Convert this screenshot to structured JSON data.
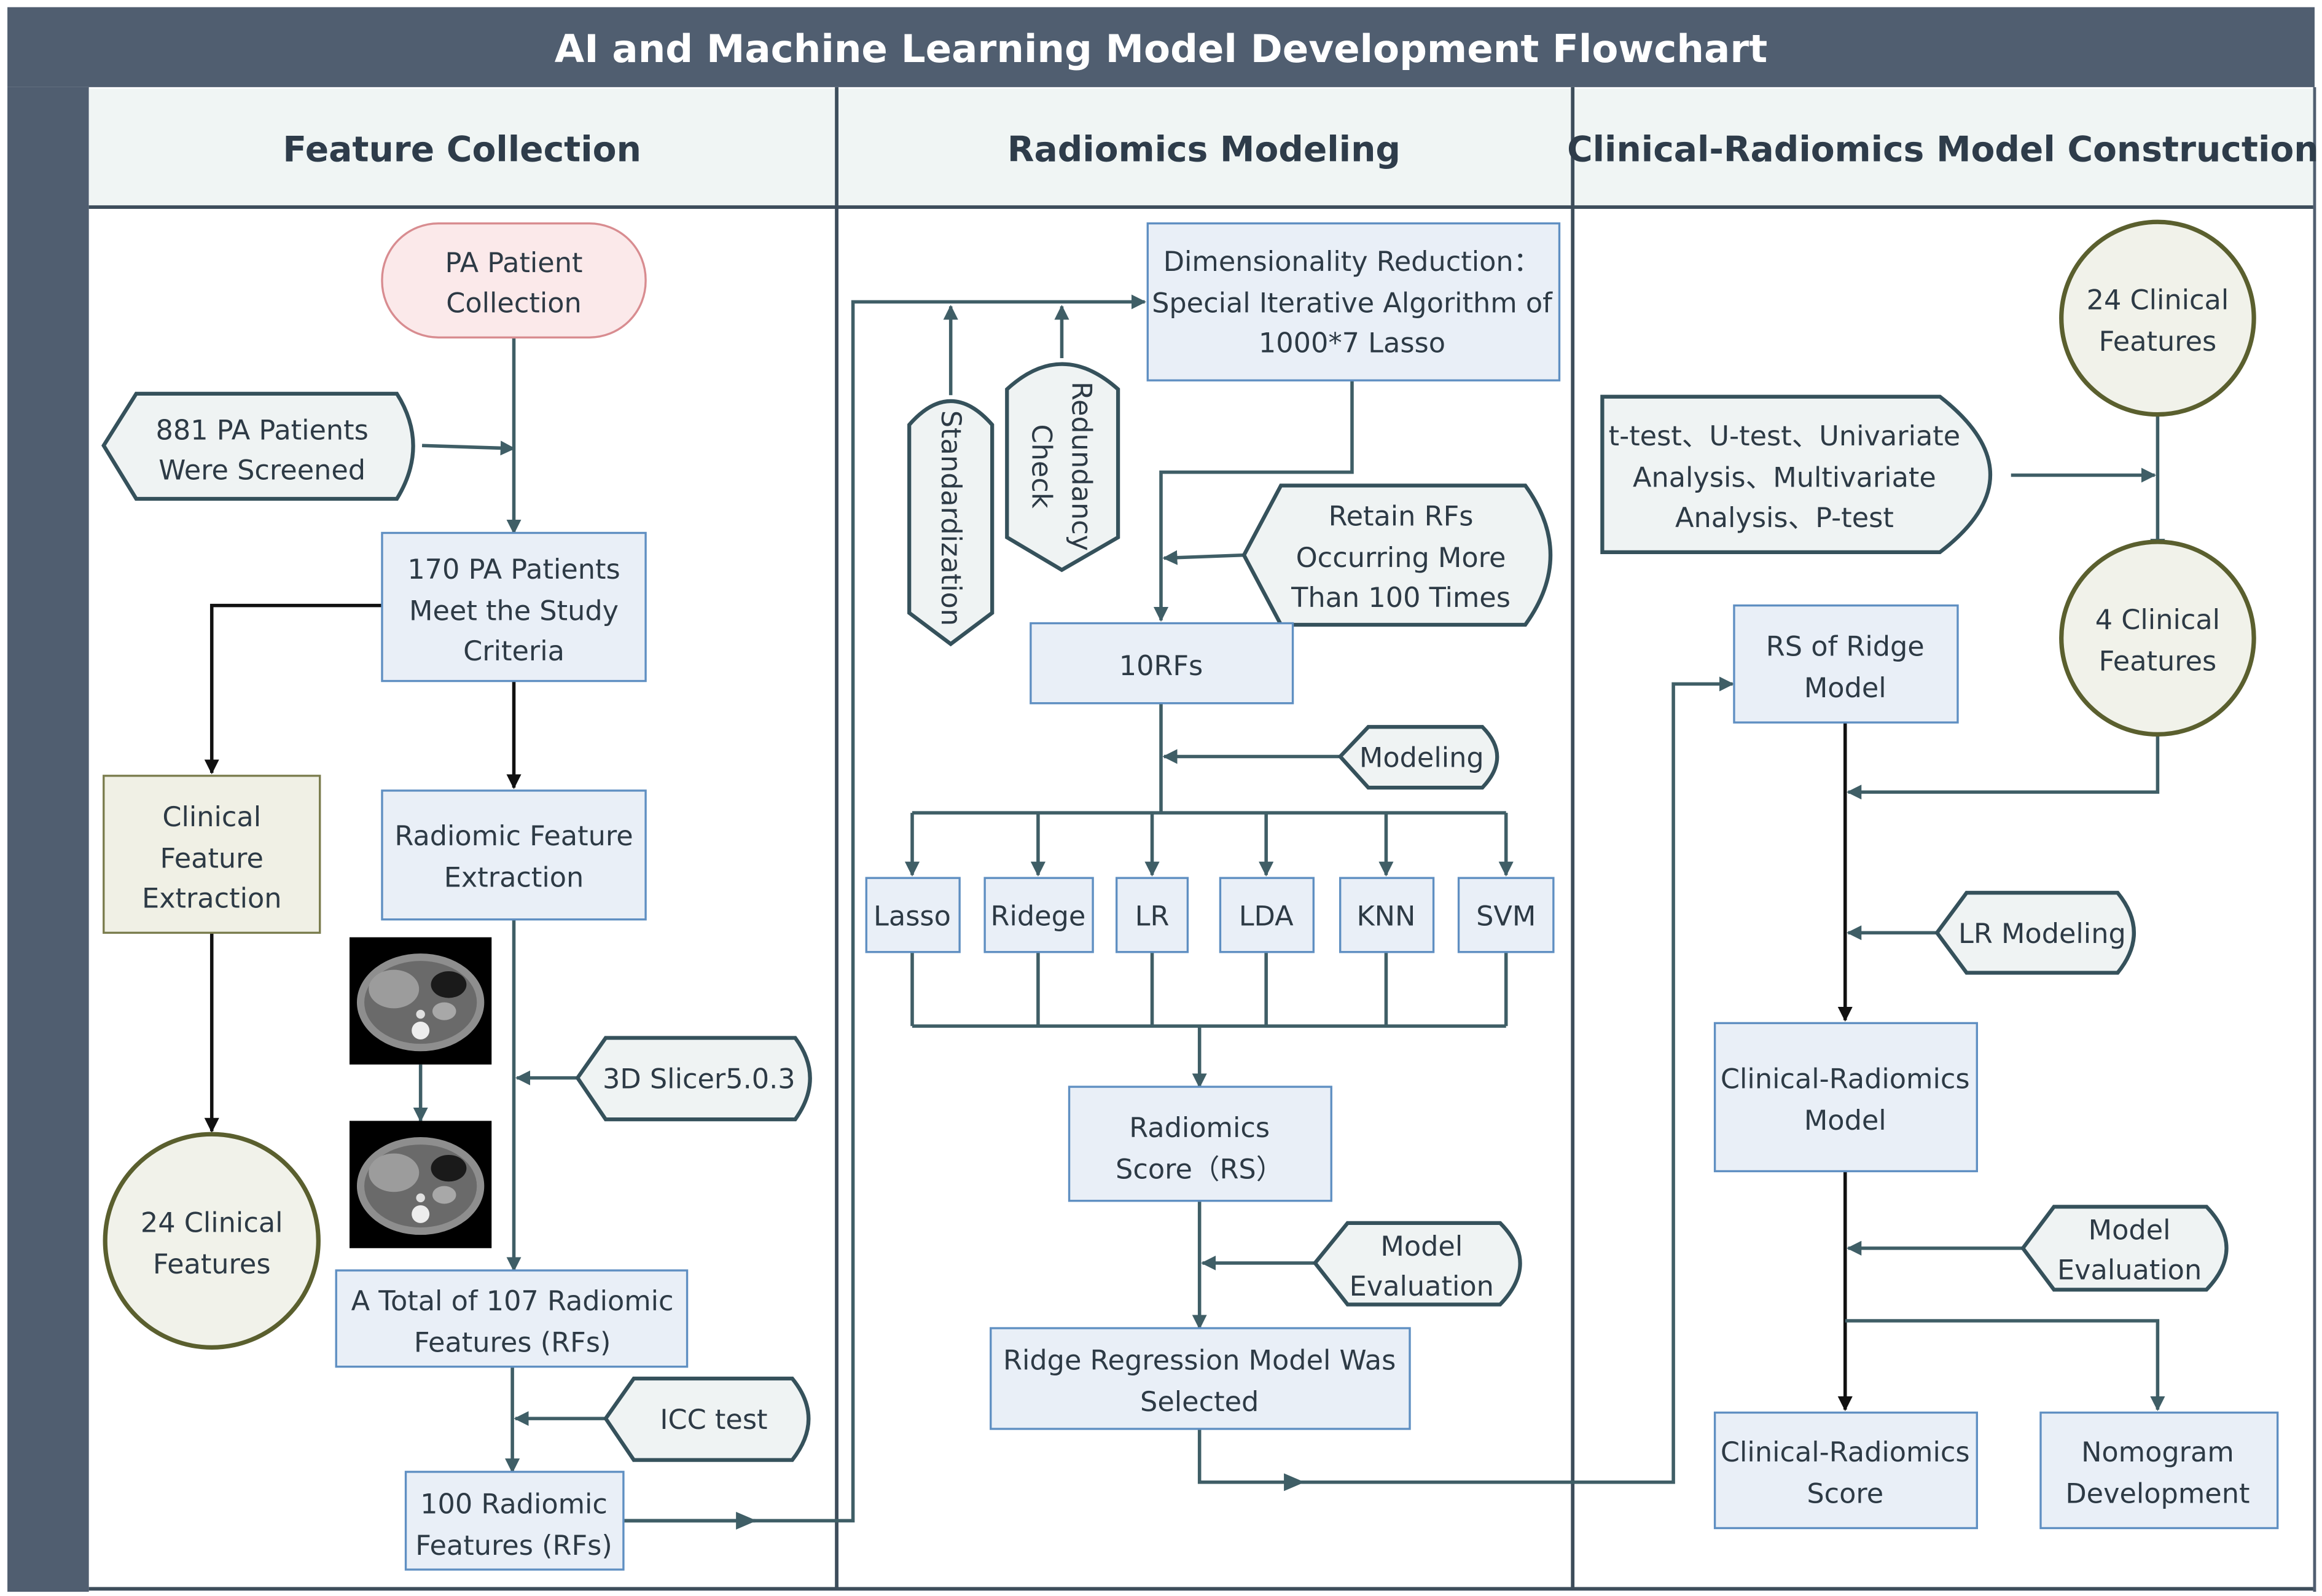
{
  "title": "AI and Machine Learning Model Development Flowchart",
  "lanes": {
    "feature_collection": "Feature Collection",
    "radiomics_modeling": "Radiomics Modeling",
    "clinical_radiomics": "Clinical-Radiomics Model Construction"
  },
  "feature_collection": {
    "patient_collection": [
      "PA Patient",
      "Collection"
    ],
    "screened": [
      "881 PA Patients",
      "Were Screened"
    ],
    "criteria": [
      "170 PA Patients",
      "Meet the Study",
      "Criteria"
    ],
    "clinical_extraction": [
      "Clinical",
      "Feature",
      "Extraction"
    ],
    "radiomic_extraction": [
      "Radiomic Feature",
      "Extraction"
    ],
    "clinical_features": [
      "24 Clinical",
      "Features"
    ],
    "slicer": "3D Slicer5.0.3",
    "total_rfs": [
      "A Total of 107 Radiomic",
      "Features (RFs)"
    ],
    "icc": "ICC test",
    "hundred_rfs": [
      "100 Radiomic",
      "Features (RFs)"
    ]
  },
  "radiomics_modeling": {
    "dim_reduction": [
      "Dimensionality Reduction：",
      "Special Iterative Algorithm of",
      "1000*7 Lasso"
    ],
    "standardization": "Standardization",
    "redundancy": [
      "Redundancy",
      "Check"
    ],
    "retain": [
      "Retain RFs",
      "Occurring More",
      "Than 100 Times"
    ],
    "ten_rfs": "10RFs",
    "modeling": "Modeling",
    "models": [
      "Lasso",
      "Ridege",
      "LR",
      "LDA",
      "KNN",
      "SVM"
    ],
    "rs": [
      "Radiomics",
      "Score（RS）"
    ],
    "evaluation": [
      "Model",
      "Evaluation"
    ],
    "selected": [
      "Ridge Regression Model Was",
      "Selected"
    ]
  },
  "clinical_radiomics": {
    "clinical24": [
      "24 Clinical",
      "Features"
    ],
    "tests": [
      "t-test、U-test、Univariate",
      "Analysis、Multivariate",
      "Analysis、P-test"
    ],
    "clinical4": [
      "4 Clinical",
      "Features"
    ],
    "rs_ridge": [
      "RS of Ridge",
      "Model"
    ],
    "lr_modeling": "LR Modeling",
    "cr_model": [
      "Clinical-Radiomics",
      "Model"
    ],
    "evaluation": [
      "Model",
      "Evaluation"
    ],
    "cr_score": [
      "Clinical-Radiomics",
      "Score"
    ],
    "nomogram": [
      "Nomogram",
      "Development"
    ]
  },
  "colors": {
    "frame": "#505e70",
    "header_bg": "#f0f5f4",
    "box_fill": "#e9eff7",
    "box_stroke": "#5f8fc2",
    "tag_stroke": "#35515b",
    "olive_stroke": "#5a5f2e",
    "pink_fill": "#fbe9ea",
    "connector": "#3f5e66"
  }
}
